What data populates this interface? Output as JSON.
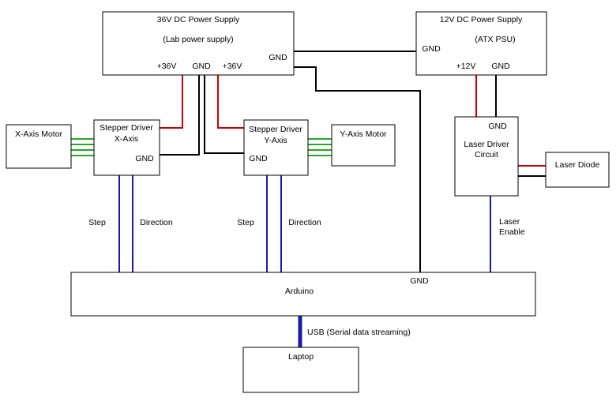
{
  "colors": {
    "power": "#cc0000",
    "ground": "#000000",
    "signal": "#1a1aa8",
    "motor": "#22aa22",
    "box_border": "#000000"
  },
  "psu36": {
    "title": "36V DC Power Supply",
    "subtitle": "(Lab power supply)",
    "pin_36v_a": "+36V",
    "pin_gnd": "GND",
    "pin_36v_b": "+36V",
    "pin_gnd_right": "GND"
  },
  "psu12": {
    "title": "12V DC Power Supply",
    "subtitle": "(ATX PSU)",
    "pin_gnd_left": "GND",
    "pin_12v": "+12V",
    "pin_gnd": "GND"
  },
  "x_motor": {
    "label": "X-Axis Motor"
  },
  "x_driver": {
    "line1": "Stepper Driver",
    "line2": "X-Axis",
    "gnd": "GND"
  },
  "y_driver": {
    "line1": "Stepper Driver",
    "line2": "Y-Axis",
    "gnd": "GND"
  },
  "y_motor": {
    "label": "Y-Axis Motor"
  },
  "laser_driver": {
    "gnd": "GND",
    "line1": "Laser Driver",
    "line2": "Circuit"
  },
  "laser_diode": {
    "label": "Laser Diode"
  },
  "signals": {
    "x_step": "Step",
    "x_direction": "Direction",
    "y_step": "Step",
    "y_direction": "Direction",
    "laser_enable_1": "Laser",
    "laser_enable_2": "Enable",
    "usb": "USB (Serial data streaming)"
  },
  "arduino": {
    "label": "Arduino",
    "gnd": "GND"
  },
  "laptop": {
    "label": "Laptop"
  }
}
